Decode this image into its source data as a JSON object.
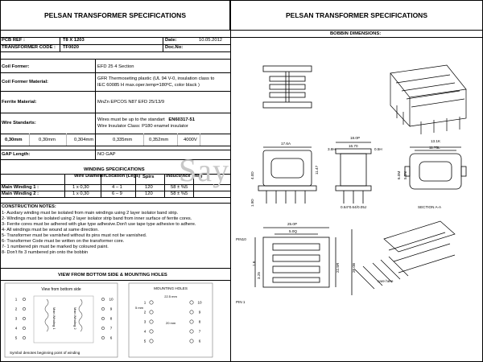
{
  "titles": {
    "left": "PELSAN TRANSFORMER SPECIFICATIONS",
    "right": "PELSAN TRANSFORMER SPECIFICATIONS",
    "bobbin": "BOBBIN DIMENSIONS:"
  },
  "info": {
    "pcb_ref_label": "PCB REF :",
    "pcb_ref_value": "T8 X 1203",
    "transformer_code_label": "TRANSFORMER CODE :",
    "transformer_code_value": "TF0020",
    "date_label": "Date:",
    "date_value": "10.05.2012",
    "docno_label": "Doc.No:",
    "docno_value": ""
  },
  "spec_rows": {
    "coil_former_label": "Coil Former:",
    "coil_former_value": "EFD 25  4 Section",
    "coil_material_label": "Coil Former Material:",
    "coil_material_line1": "GFR Thermoseting plastic (UL 94 V-0, insulation class to",
    "coil_material_line2": "IEC 60085 H max.oper.temp=180ºC, color black )",
    "ferrite_label": "Ferrite Material:",
    "ferrite_value": "MnZn EPCOS  N87 EFD 25/13/9",
    "wire_label": "Wire Standarts:",
    "wire_line1_a": "Wires must be up to the standart",
    "wire_line1_b": "EN60317-51",
    "wire_line2": "Wire Insulator Class: P180 enamel insulator",
    "gap_label": "GAP Length:",
    "gap_value": "NO GAP"
  },
  "wire_sizes": [
    "0,30mm",
    "0,30mm",
    "0,304mm",
    "0,335mm",
    "0,352mm",
    "4000V"
  ],
  "winding": {
    "title": "WINDING SPECIFICATIONS",
    "headers": {
      "wire": "Wire Diameter",
      "location": "Location (Legs)",
      "spirs": "Spirs",
      "inductance": "Inductance (mH)"
    },
    "rows": [
      {
        "name": "Main Winding 1 :",
        "wire": "1 x 0,30",
        "location": "4 – 1",
        "spirs": "120",
        "inductance": "58 ± %5"
      },
      {
        "name": "Main Winding 2 :",
        "wire": "1 x 0,30",
        "location": "6 – 9",
        "spirs": "120",
        "inductance": "58 ± %5"
      }
    ]
  },
  "notes": {
    "title": "CONSTRUCTION NOTES:",
    "items": [
      "1- Auxilary winding must be isolated from main windings using 2 layer isolator band strip.",
      "2- Windings must be isolated using 2 layer isolator strip band from inner surface of ferrite cores.",
      "3- Ferrite cores must be adhered with glue type adhesive.Don't use tape type adhesive  to adhere.",
      "4- All windings must be wound at same direction.",
      "5- Transformer must be varnished without its pins must not be varnished.",
      "6- Transformer Code must be written  on the transformer core.",
      "7- 1 numbered pin must be marked by coloured paint.",
      "8- Don't fix 3 numbered pin onto the bobbin"
    ]
  },
  "bottom_view": {
    "title": "VIEW FROM BOTTOM SIDE & MOUNTING HOLES",
    "left_caption": "View from bottom side",
    "left_footer": "Symbol denotes beginning point of winding",
    "left_pins_left": [
      "1",
      "2",
      "3",
      "4",
      "5"
    ],
    "left_pins_right": [
      "10",
      "9",
      "8",
      "7",
      "6"
    ],
    "winding_label_1": "Main Winding 1",
    "winding_label_2": "Main Winding 2",
    "right_caption": "MOUNTING HOLES",
    "right_dim_top": "22.5 mm",
    "right_dim_side": "20 mm",
    "right_dim_pitch": "5 mm",
    "right_pins_left": [
      "1",
      "2",
      "3",
      "4",
      "5"
    ],
    "right_pins_right": [
      "10",
      "9",
      "8",
      "7",
      "6"
    ]
  },
  "bobbin_dims": {
    "d1": "17.6A",
    "d2": "4.0D",
    "d3": "1.9D",
    "d4": "11.47",
    "d5": "18.0P",
    "d6": "16.70",
    "d7": "3.8H",
    "d8": "0.5H",
    "d9": "13.1K",
    "d10": "11.75L",
    "d11": "6.0M",
    "d12": "5.0N",
    "d13": "0.64*0.64/0.05J",
    "section": "SECTION A-A",
    "d14": "25.0P",
    "d15": "5.0Q",
    "d16": "22.5R",
    "d17": "26.0B",
    "d18": "1.6",
    "d19": "3.25",
    "pin10": "PIN10",
    "pin1": "PIN 1",
    "care": "care here"
  },
  "watermark": "Say",
  "colors": {
    "line": "#000000",
    "watermark": "#c8c8c8"
  }
}
